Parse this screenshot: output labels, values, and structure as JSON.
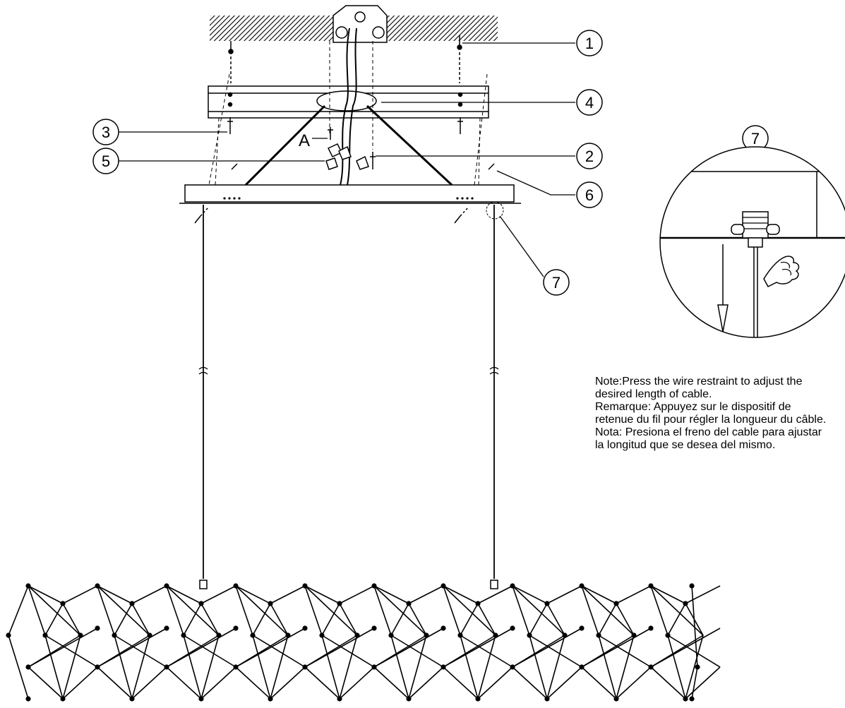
{
  "callouts": {
    "c1": "1",
    "c2": "2",
    "c3": "3",
    "c4": "4",
    "c5": "5",
    "c6": "6",
    "c7": "7",
    "detail": "7"
  },
  "letter_a": "A",
  "note": {
    "line1": "Note:Press the wire restraint to adjust the",
    "line2": "desired length of cable.",
    "line3": "Remarque: Appuyez sur le dispositif de",
    "line4": "retenue du fil pour régler la longueur du câble.",
    "line5": "Nota: Presiona el freno del cable para ajustar",
    "line6": "la longitud que se desea del mismo."
  },
  "colors": {
    "ink": "#000000",
    "paper": "#ffffff"
  }
}
